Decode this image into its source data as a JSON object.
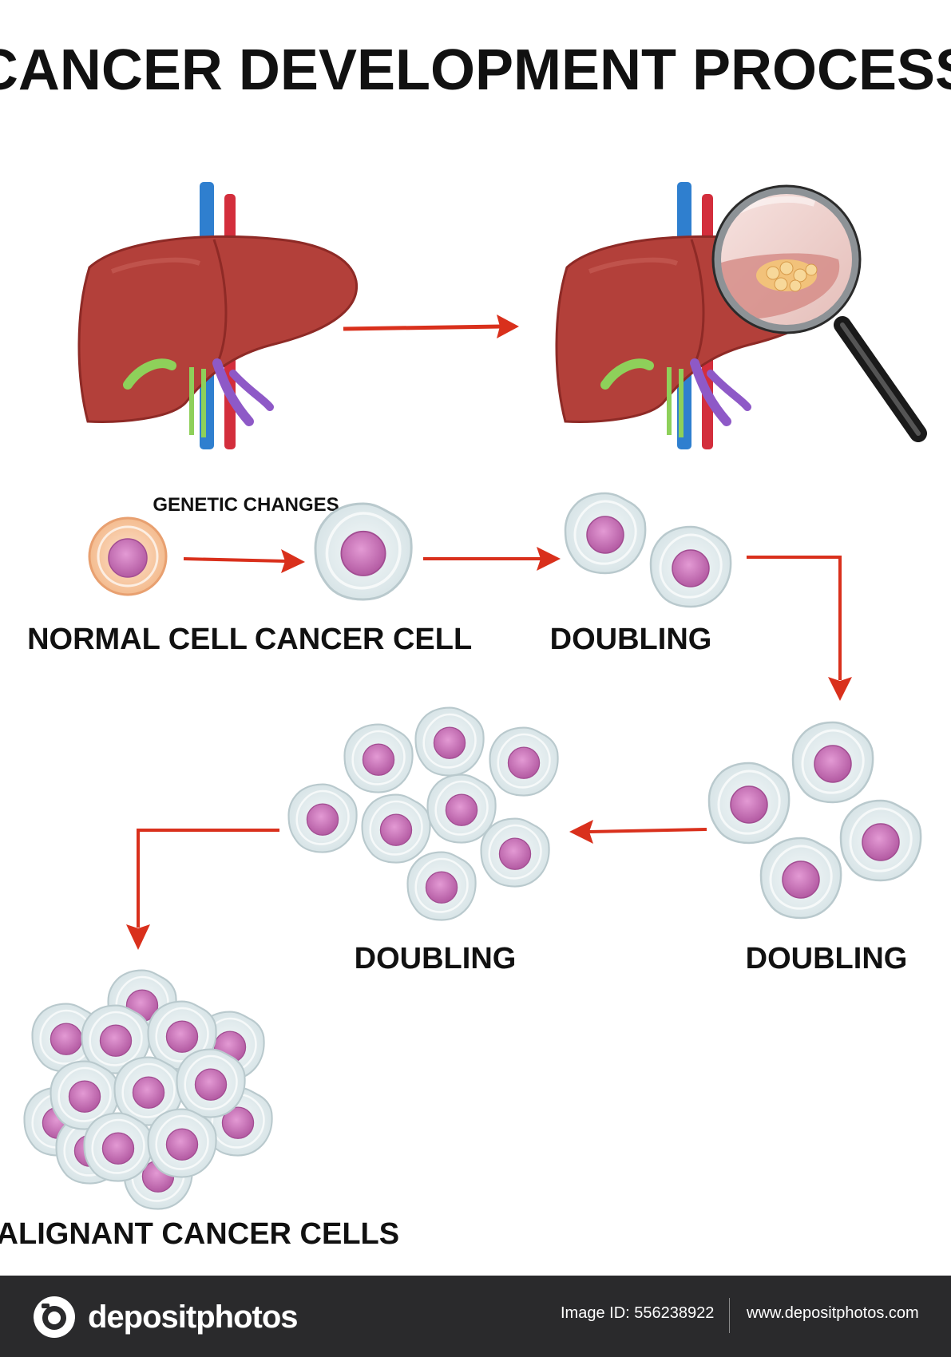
{
  "title": "CANCER DEVELOPMENT PROCESS",
  "labels": {
    "genetic_changes": "GENETIC CHANGES",
    "normal_cell": "NORMAL CELL",
    "cancer_cell": "CANCER CELL",
    "doubling_1": "DOUBLING",
    "doubling_2": "DOUBLING",
    "doubling_3": "DOUBLING",
    "malignant": "MALIGNANT CANCER CELLS"
  },
  "footer": {
    "brand": "depositphotos",
    "image_id": "Image ID: 556238922",
    "site": "www.depositphotos.com"
  },
  "colors": {
    "arrow": "#d9301c",
    "liver": "#b3403a",
    "cell_nucleus": "#c46aaf",
    "cell_body": "#e5eef0",
    "normal_cell": "#f6c9a8"
  }
}
